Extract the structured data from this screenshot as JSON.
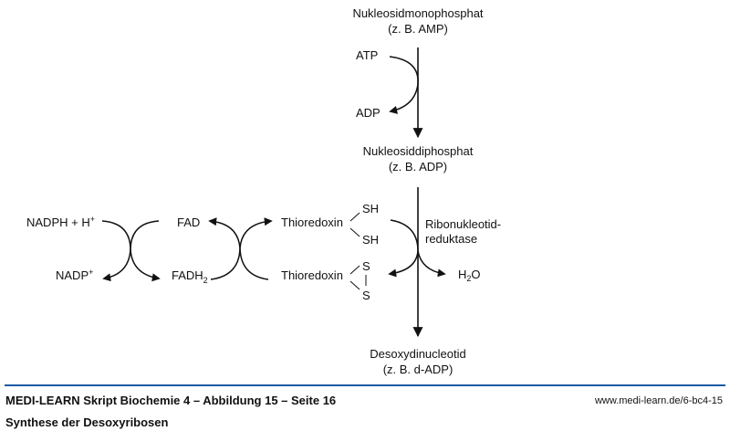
{
  "diagram": {
    "main_pathway": {
      "substrate": {
        "name": "Nukleosidmonophosphat",
        "example": "(z. B. AMP)"
      },
      "step1": {
        "cosubstrate_in": "ATP",
        "cosubstrate_out": "ADP"
      },
      "intermediate": {
        "name": "Nukleosiddiphosphat",
        "example": "(z. B. ADP)"
      },
      "step2": {
        "enzyme_line1": "Ribonukleotid-",
        "enzyme_line2": "reduktase",
        "byproduct": "H",
        "byproduct_sub": "2",
        "byproduct_tail": "O"
      },
      "product": {
        "name": "Desoxydinucleotid",
        "example": "(z. B. d-ADP)"
      }
    },
    "redox_chain": {
      "nadph": {
        "label": "NADPH + H",
        "sup": "+"
      },
      "nadp": {
        "label": "NADP",
        "sup": "+"
      },
      "fad": {
        "label": "FAD"
      },
      "fadh2": {
        "label": "FADH",
        "sub": "2"
      },
      "thioredoxin_reduced": {
        "label": "Thioredoxin",
        "group_top": "SH",
        "group_bottom": "SH"
      },
      "thioredoxin_oxidized": {
        "label": "Thioredoxin",
        "group_top": "S",
        "group_bottom": "S"
      }
    }
  },
  "footer": {
    "title": "MEDI-LEARN Skript Biochemie 4 – Abbildung 15 – Seite 16",
    "url": "www.medi-learn.de/6-bc4-15",
    "subtitle": "Synthese der Desoxyribosen"
  }
}
